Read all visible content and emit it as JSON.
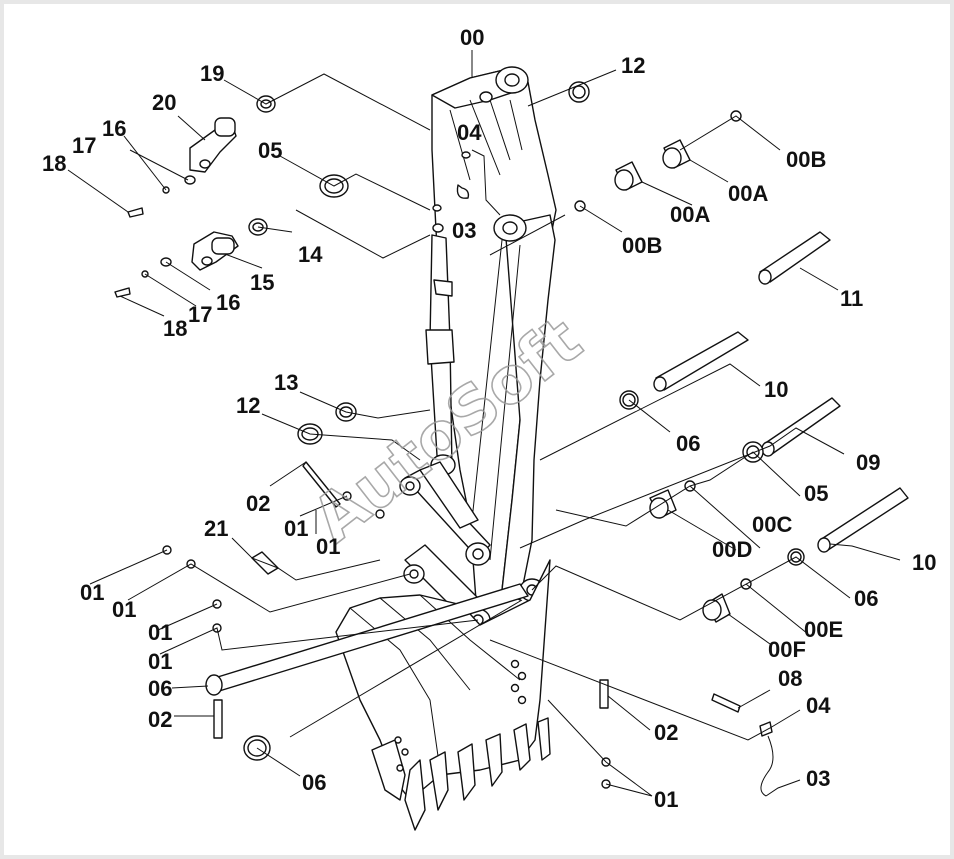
{
  "watermark": "AutoSoft",
  "labels": [
    "00",
    "12",
    "19",
    "20",
    "16",
    "17",
    "18",
    "05",
    "04",
    "03",
    "14",
    "15",
    "16",
    "17",
    "18",
    "00B",
    "00A",
    "00A",
    "00B",
    "11",
    "10",
    "13",
    "12",
    "06",
    "02",
    "01",
    "01",
    "21",
    "09",
    "05",
    "00C",
    "00D",
    "10",
    "06",
    "00E",
    "00F",
    "01",
    "01",
    "01",
    "01",
    "06",
    "02",
    "08",
    "04",
    "02",
    "06",
    "03",
    "01"
  ]
}
